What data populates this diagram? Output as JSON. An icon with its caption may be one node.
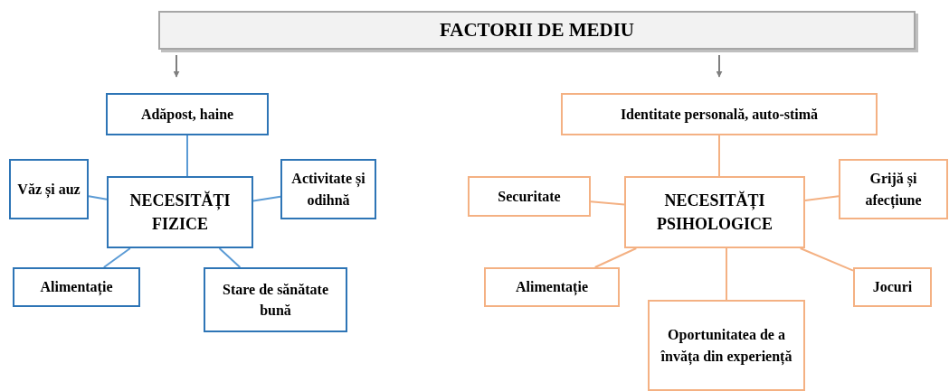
{
  "diagram": {
    "nodes": [
      {
        "text": [
          "FACTORII DE MEDIU"
        ]
      },
      {
        "text": [
          "Adăpost, haine"
        ]
      },
      {
        "text": [
          "Văz și auz"
        ]
      },
      {
        "text": [
          "NECESITĂȚI FIZICE"
        ]
      },
      {
        "text": [
          "Activitate și odihnă"
        ]
      },
      {
        "text": [
          "Alimentație"
        ]
      },
      {
        "text": [
          "Stare de sănătate bună"
        ]
      },
      {
        "text": [
          "Identitate personală, auto-stimă"
        ]
      },
      {
        "text": [
          "Securitate"
        ]
      },
      {
        "text": [
          "NECESITĂȚI PSIHOLOGICE"
        ]
      },
      {
        "text": [
          "Grijă și afecțiune"
        ]
      },
      {
        "text": [
          "Alimentație"
        ]
      },
      {
        "text": [
          "Jocuri"
        ]
      },
      {
        "text": [
          "Oportunitatea de a învăța din experiență"
        ]
      }
    ],
    "edges": [
      {
        "from": 0,
        "to": 1,
        "arrow": "to",
        "color": "#7f7f7f"
      },
      {
        "from": 0,
        "to": 7,
        "arrow": "to",
        "color": "#7f7f7f"
      },
      {
        "from": 3,
        "to": 1,
        "arrow": "none",
        "color": "#5b9bd5"
      },
      {
        "from": 3,
        "to": 2,
        "arrow": "none",
        "color": "#5b9bd5"
      },
      {
        "from": 3,
        "to": 4,
        "arrow": "none",
        "color": "#5b9bd5"
      },
      {
        "from": 3,
        "to": 5,
        "arrow": "none",
        "color": "#5b9bd5"
      },
      {
        "from": 3,
        "to": 6,
        "arrow": "none",
        "color": "#5b9bd5"
      },
      {
        "from": 9,
        "to": 7,
        "arrow": "none"
      },
      {
        "from": 9,
        "to": 8,
        "arrow": "none"
      },
      {
        "from": 9,
        "to": 10,
        "arrow": "none"
      },
      {
        "from": 9,
        "to": 11,
        "arrow": "none"
      },
      {
        "from": 9,
        "to": 12,
        "arrow": "none"
      },
      {
        "from": 9,
        "to": 13,
        "arrow": "none"
      }
    ]
  }
}
